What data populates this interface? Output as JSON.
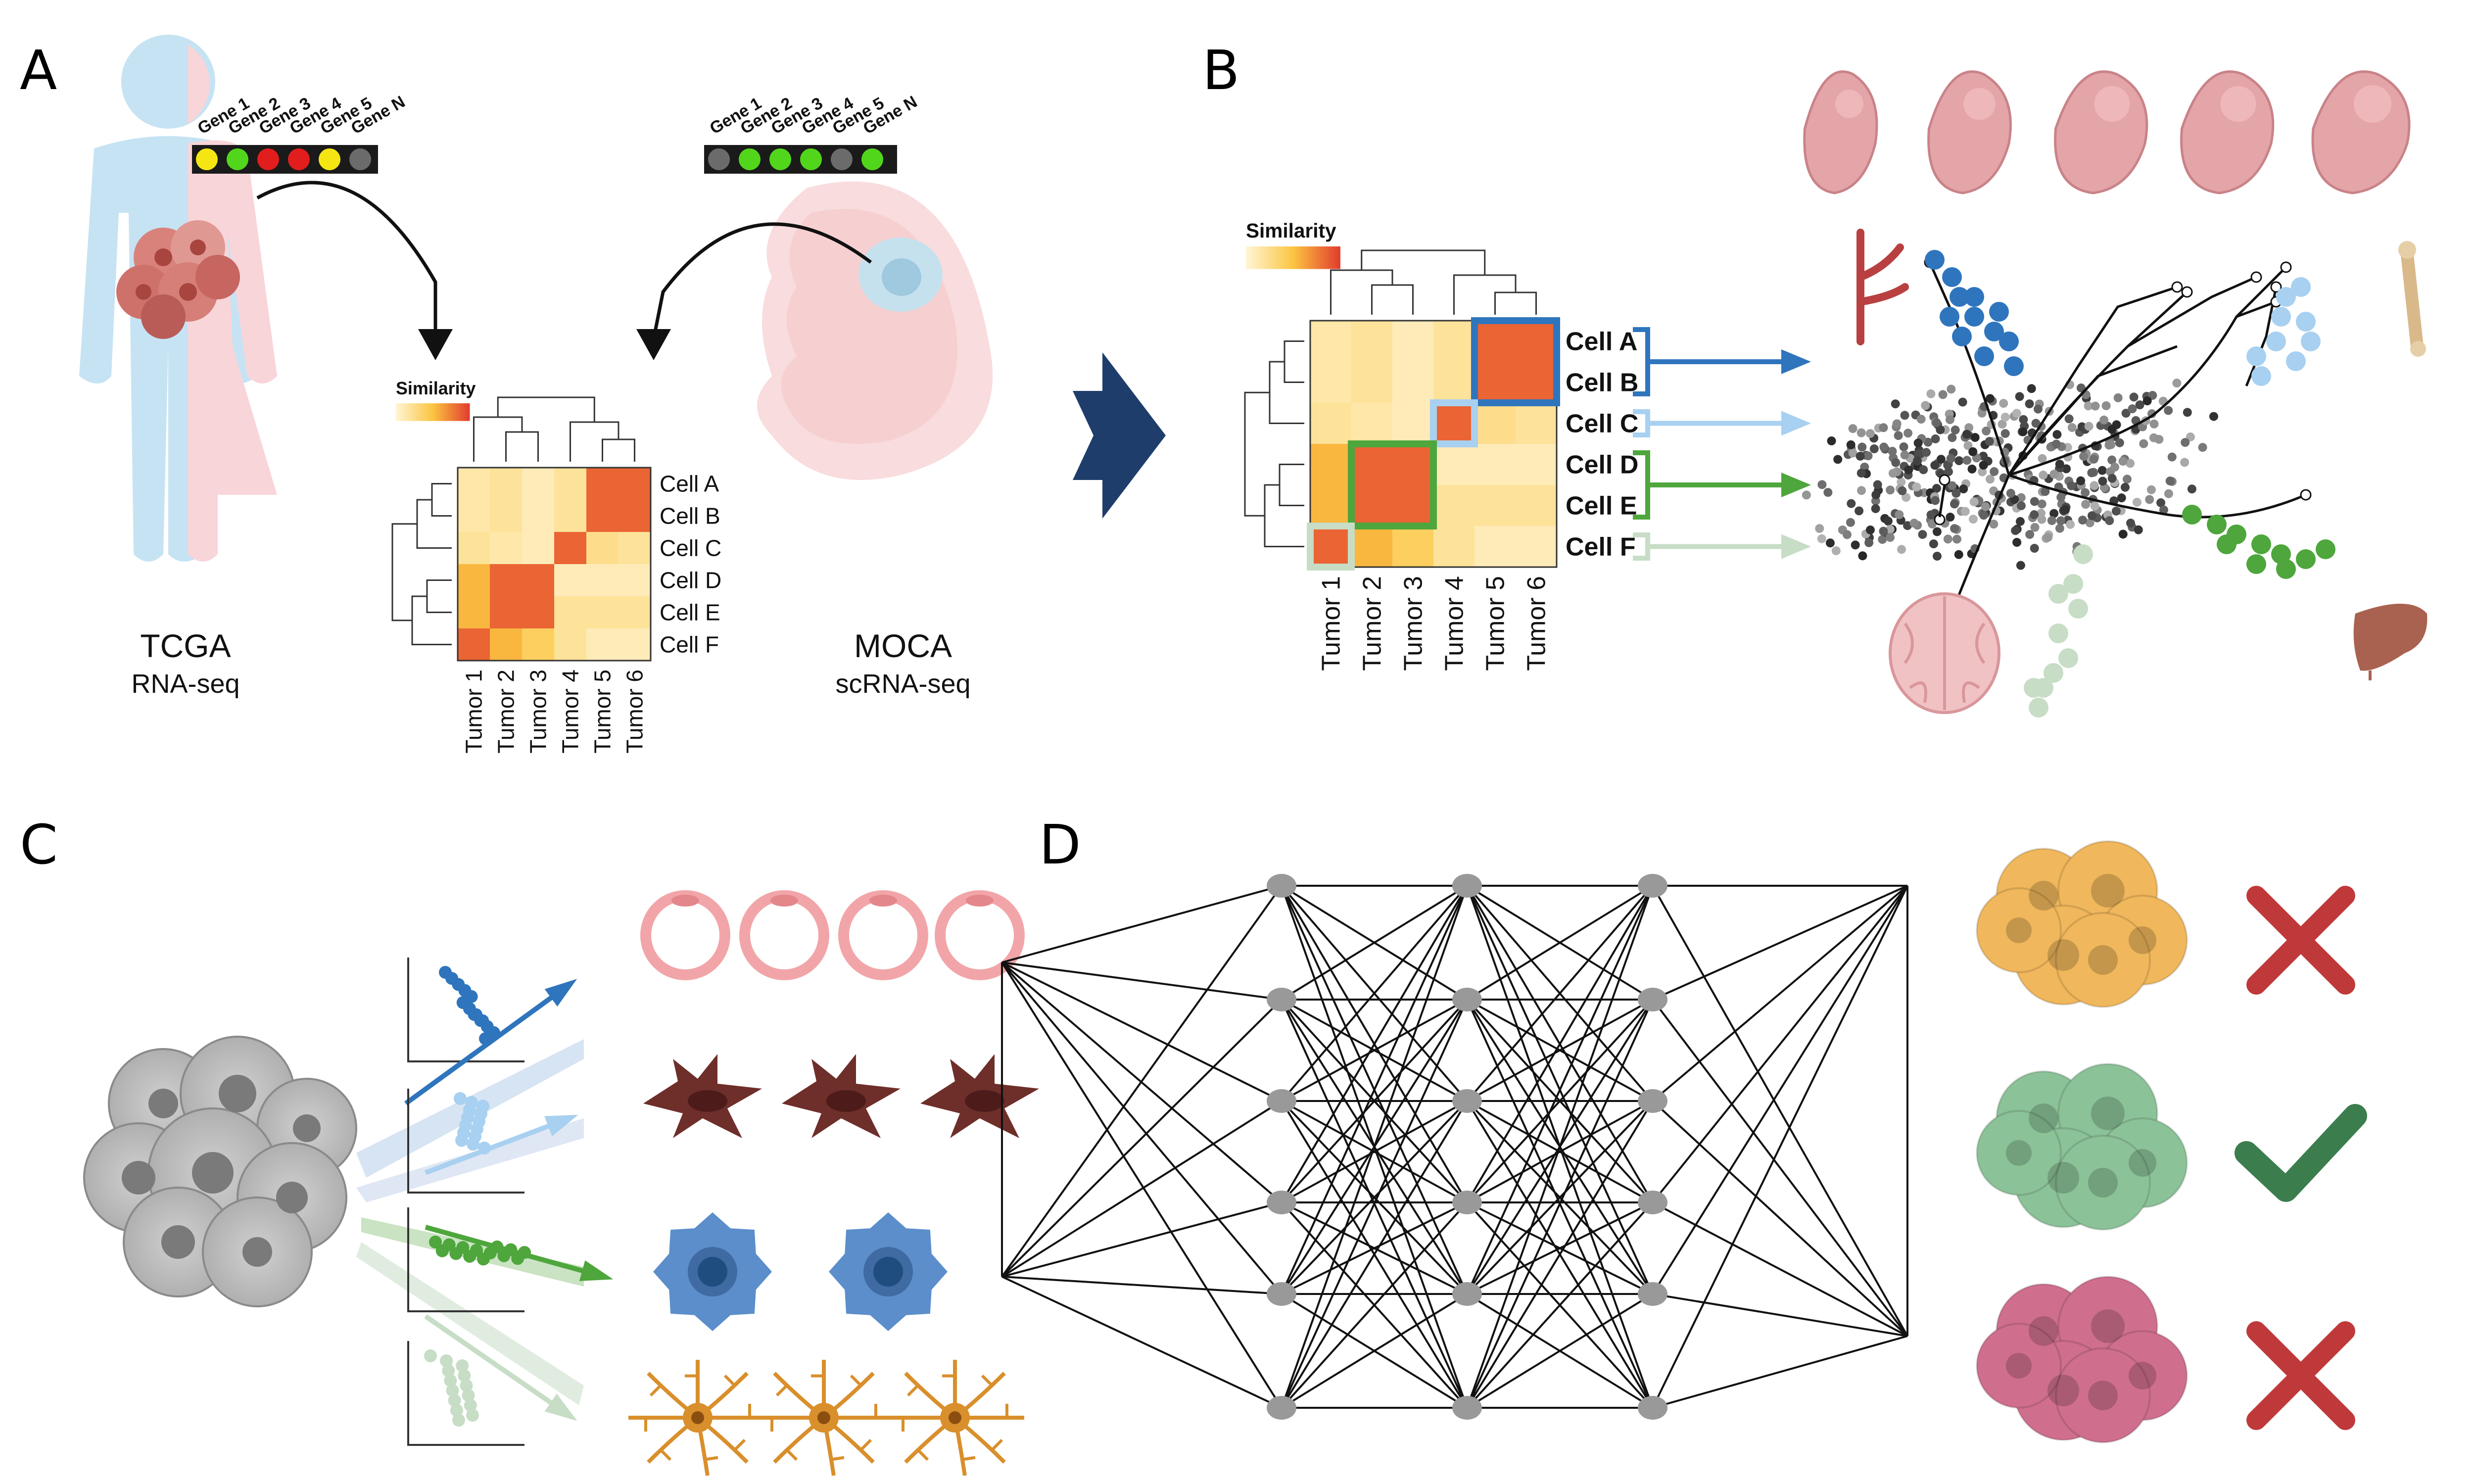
{
  "panels": {
    "a": "A",
    "b": "B",
    "c": "C",
    "d": "D"
  },
  "panel_a": {
    "tcga_title": "TCGA",
    "tcga_subtitle": "RNA-seq",
    "moca_title": "MOCA",
    "moca_subtitle": "scRNA-seq",
    "genes": [
      "Gene 1",
      "Gene 2",
      "Gene 3",
      "Gene 4",
      "Gene 5",
      "Gene N"
    ],
    "tcga_gene_colors": [
      "#f5e513",
      "#52d61c",
      "#e21d1d",
      "#e21d1d",
      "#f5e513",
      "#6b6b6b"
    ],
    "moca_gene_colors": [
      "#6b6b6b",
      "#52d61c",
      "#52d61c",
      "#52d61c",
      "#6b6b6b",
      "#52d61c"
    ],
    "similarity_label": "Similarity",
    "cells": [
      "Cell A",
      "Cell B",
      "Cell C",
      "Cell D",
      "Cell E",
      "Cell F"
    ],
    "tumors": [
      "Tumor 1",
      "Tumor 2",
      "Tumor 3",
      "Tumor 4",
      "Tumor 5",
      "Tumor 6"
    ]
  },
  "panel_b": {
    "similarity_label": "Similarity",
    "cells": [
      "Cell A",
      "Cell B",
      "Cell C",
      "Cell D",
      "Cell E",
      "Cell F"
    ],
    "tumors": [
      "Tumor 1",
      "Tumor 2",
      "Tumor 3",
      "Tumor 4",
      "Tumor 5",
      "Tumor 6"
    ],
    "group_colors": [
      "#2f75bd",
      "#a8d0f0",
      "#4ea63c",
      "#c7ddc6"
    ]
  },
  "heatmap_values": [
    [
      0.15,
      0.2,
      0.1,
      0.2,
      0.85,
      0.85
    ],
    [
      0.15,
      0.2,
      0.1,
      0.2,
      0.85,
      0.85
    ],
    [
      0.2,
      0.15,
      0.1,
      0.85,
      0.25,
      0.2
    ],
    [
      0.55,
      0.85,
      0.85,
      0.1,
      0.1,
      0.1
    ],
    [
      0.55,
      0.85,
      0.85,
      0.2,
      0.2,
      0.2
    ],
    [
      0.85,
      0.55,
      0.4,
      0.2,
      0.1,
      0.1
    ]
  ],
  "colors": {
    "heat_low": "#fff5d6",
    "heat_mid": "#fbc541",
    "heat_high": "#e23b2e",
    "arrow_navy": "#1e3d6b",
    "neuron": "#d98f2b",
    "fibroblast": "#6e2e2a",
    "stem_cell": "#5b8ecb",
    "ring_cell": "#f2a5a8"
  },
  "panel_d": {
    "layer_nodes": [
      6,
      6,
      6
    ],
    "outcomes": [
      "cross",
      "check",
      "cross"
    ],
    "tumor_colors": [
      "#f0b75c",
      "#8cc298",
      "#cf6f8d"
    ]
  }
}
